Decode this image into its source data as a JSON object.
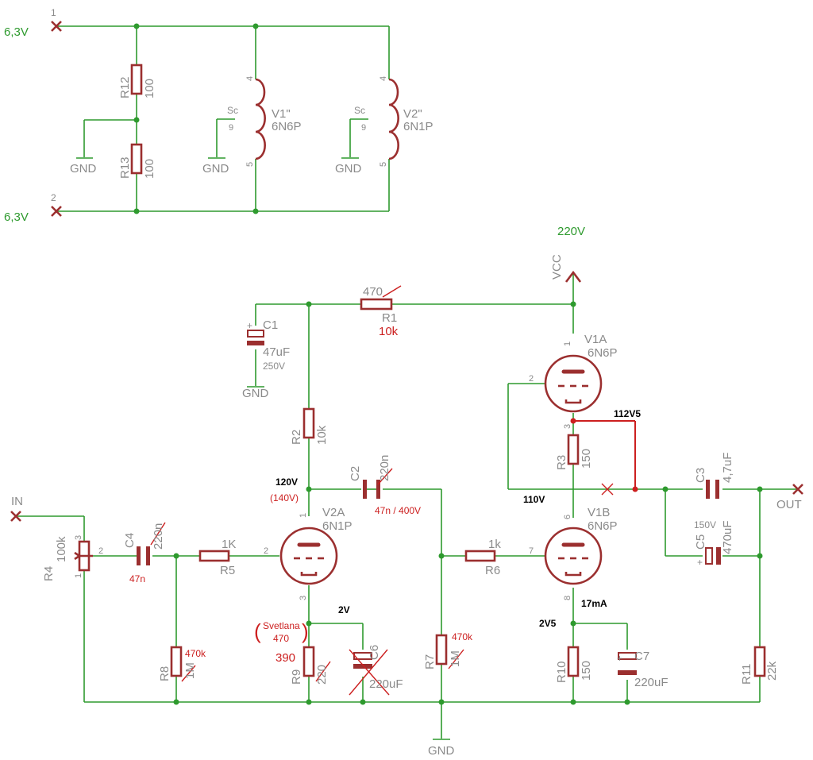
{
  "supply": {
    "heater_top": "6,3V",
    "heater_bottom": "6,3V",
    "pin_top": "1",
    "pin_bottom": "2",
    "vcc": "VCC",
    "vcc_voltage": "220V"
  },
  "heaters": {
    "r12": {
      "name": "R12",
      "value": "100"
    },
    "r13": {
      "name": "R13",
      "value": "100"
    },
    "v1": {
      "name": "V1\"",
      "type": "6N6P",
      "pin_a": "4",
      "pin_b": "5",
      "sc": "Sc",
      "sc_pin": "9"
    },
    "v2": {
      "name": "V2\"",
      "type": "6N1P",
      "pin_a": "4",
      "pin_b": "5",
      "sc": "Sc",
      "sc_pin": "9"
    },
    "gnd": "GND"
  },
  "components": {
    "r1": {
      "name": "R1",
      "value": "470",
      "new_value": "10k"
    },
    "c1": {
      "name": "C1",
      "value": "47uF",
      "voltage": "250V"
    },
    "r2": {
      "name": "R2",
      "value": "10k"
    },
    "c2": {
      "name": "C2",
      "value": "220n",
      "new_value": "47n / 400V"
    },
    "v2a": {
      "name": "V2A",
      "type": "6N1P",
      "plate": "1",
      "grid": "2",
      "cathode": "3"
    },
    "v1a": {
      "name": "V1A",
      "type": "6N6P",
      "plate": "1",
      "grid": "2",
      "cathode": "3"
    },
    "v1b": {
      "name": "V1B",
      "type": "6N6P",
      "plate": "6",
      "grid": "7",
      "cathode": "8"
    },
    "r3": {
      "name": "R3",
      "value": "150"
    },
    "c3": {
      "name": "C3",
      "value": "4,7uF"
    },
    "c5": {
      "name": "C5",
      "value": "470uF",
      "voltage": "150V"
    },
    "r4": {
      "name": "R4",
      "value": "100k",
      "pin1": "1",
      "pin2": "2",
      "pin3": "3"
    },
    "c4": {
      "name": "C4",
      "value": "220n",
      "new_value": "47n"
    },
    "r5": {
      "name": "R5",
      "value": "1K"
    },
    "r6": {
      "name": "R6",
      "value": "1k"
    },
    "r7": {
      "name": "R7",
      "value": "1M",
      "new_value": "470k"
    },
    "r8": {
      "name": "R8",
      "value": "1M",
      "new_value": "470k"
    },
    "r9": {
      "name": "R9",
      "value": "220",
      "new_value": "390",
      "note_open": "(",
      "note": "Svetlana",
      "note_value": "470",
      "note_close": ")"
    },
    "c6": {
      "name": "C6",
      "value": "220uF"
    },
    "r10": {
      "name": "R10",
      "value": "150"
    },
    "c7": {
      "name": "C7",
      "value": "220uF"
    },
    "r11": {
      "name": "R11",
      "value": "22k"
    }
  },
  "terminals": {
    "in": "IN",
    "out": "OUT",
    "gnd": "GND"
  },
  "annotations": {
    "v2a_plate": "120V",
    "v2a_plate_alt": "(140V)",
    "v2a_cathode": "2V",
    "v1a_cathode": "112V5",
    "v1b_plate": "110V",
    "v1b_cathode": "2V5",
    "v1b_current": "17mA"
  }
}
